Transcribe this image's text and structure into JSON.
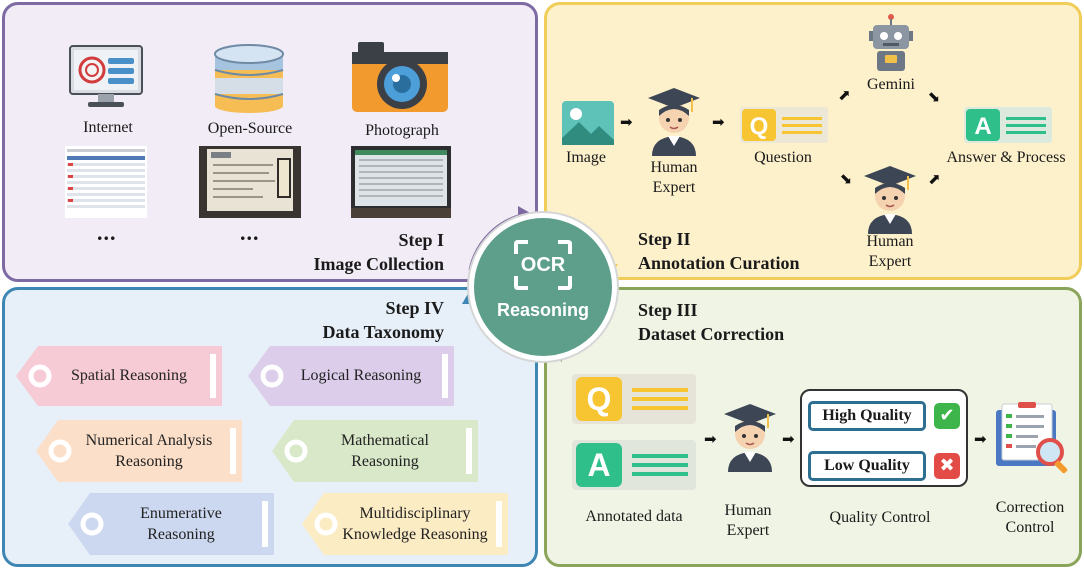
{
  "center": {
    "ocr": "OCR",
    "reasoning": "Reasoning"
  },
  "step1": {
    "step": "Step I",
    "title": "Image Collection",
    "sources": [
      "Internet",
      "Open-Source",
      "Photograph"
    ],
    "ellipsis": "..."
  },
  "step2": {
    "step": "Step II",
    "title": "Annotation Curation",
    "image": "Image",
    "human_expert": "Human\nExpert",
    "question": "Question",
    "gemini": "Gemini",
    "answer": "Answer & Process",
    "human_expert2": "Human\nExpert"
  },
  "step3": {
    "step": "Step III",
    "title": "Dataset Correction",
    "annotated": "Annotated data",
    "human_expert": "Human\nExpert",
    "high": "High Quality",
    "low": "Low Quality",
    "quality_control": "Quality Control",
    "correction": "Correction\nControl"
  },
  "step4": {
    "step": "Step IV",
    "title": "Data Taxonomy",
    "items": [
      "Spatial Reasoning",
      "Logical Reasoning",
      "Numerical Analysis\nReasoning",
      "Mathematical\nReasoning",
      "Enumerative\nReasoning",
      "Multidisciplinary\nKnowledge Reasoning"
    ]
  },
  "colors": {
    "step1_border": "#7d6aa2",
    "step2_border": "#f0cd58",
    "step3_border": "#3e86b3",
    "step4_border": "#8aa45a",
    "center": "#5e9f8b",
    "q_icon": "#f7c531",
    "a_icon": "#2fbf8a"
  },
  "icons": [
    "monitor-icon",
    "database-icon",
    "camera-icon",
    "image-icon",
    "graduate-icon",
    "q-card-icon",
    "a-card-icon",
    "robot-icon",
    "checklist-icon",
    "check-icon",
    "cross-icon",
    "arrow-right-icon"
  ]
}
